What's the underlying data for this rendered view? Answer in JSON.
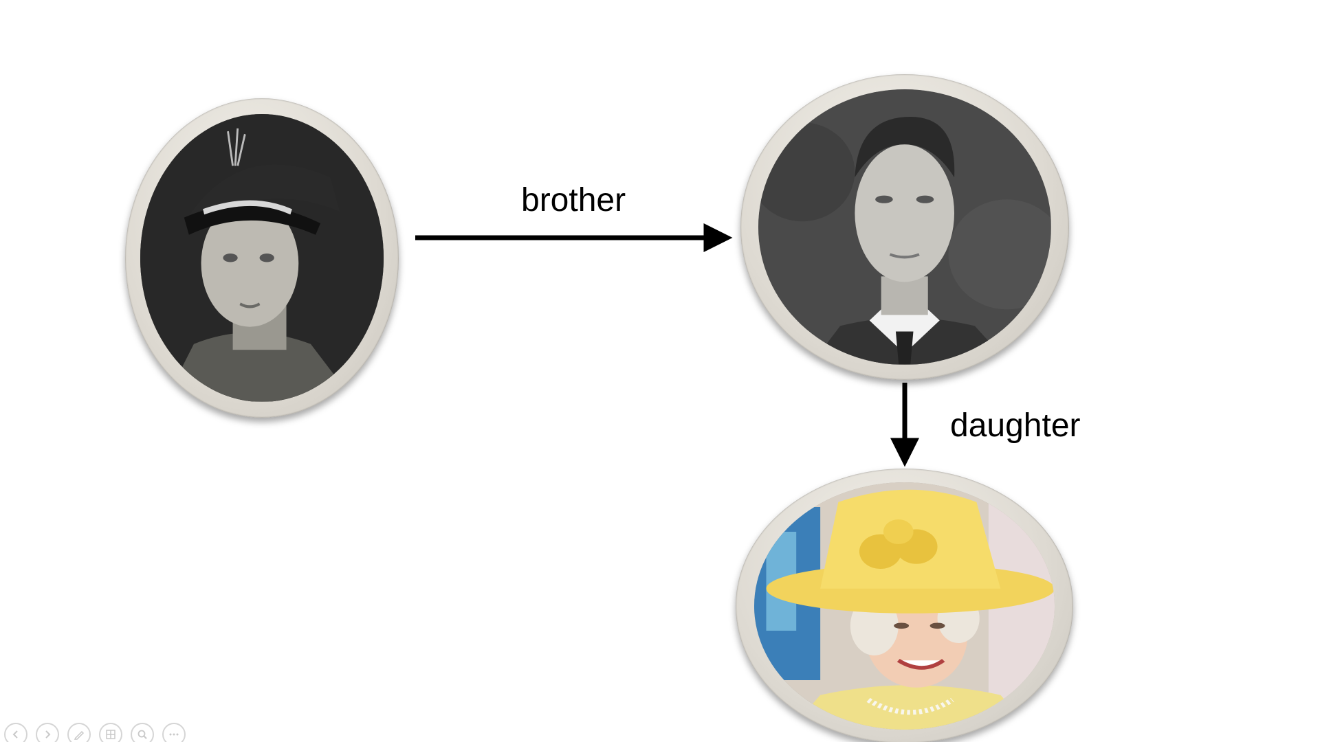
{
  "relationships": [
    {
      "label": "brother"
    },
    {
      "label": "daughter"
    }
  ],
  "people": [
    {
      "icon": "vintage-portrait-man-military-cap"
    },
    {
      "icon": "vintage-portrait-man-suit"
    },
    {
      "icon": "portrait-woman-yellow-hat"
    }
  ],
  "colors": {
    "arrow": "#000000",
    "frame": "#dedad2",
    "hat": "#f2d35c"
  },
  "presenter_toolbar": {
    "buttons": [
      "previous-slide-icon",
      "next-slide-icon",
      "pen-icon",
      "slides-grid-icon",
      "zoom-icon",
      "more-options-icon"
    ]
  }
}
